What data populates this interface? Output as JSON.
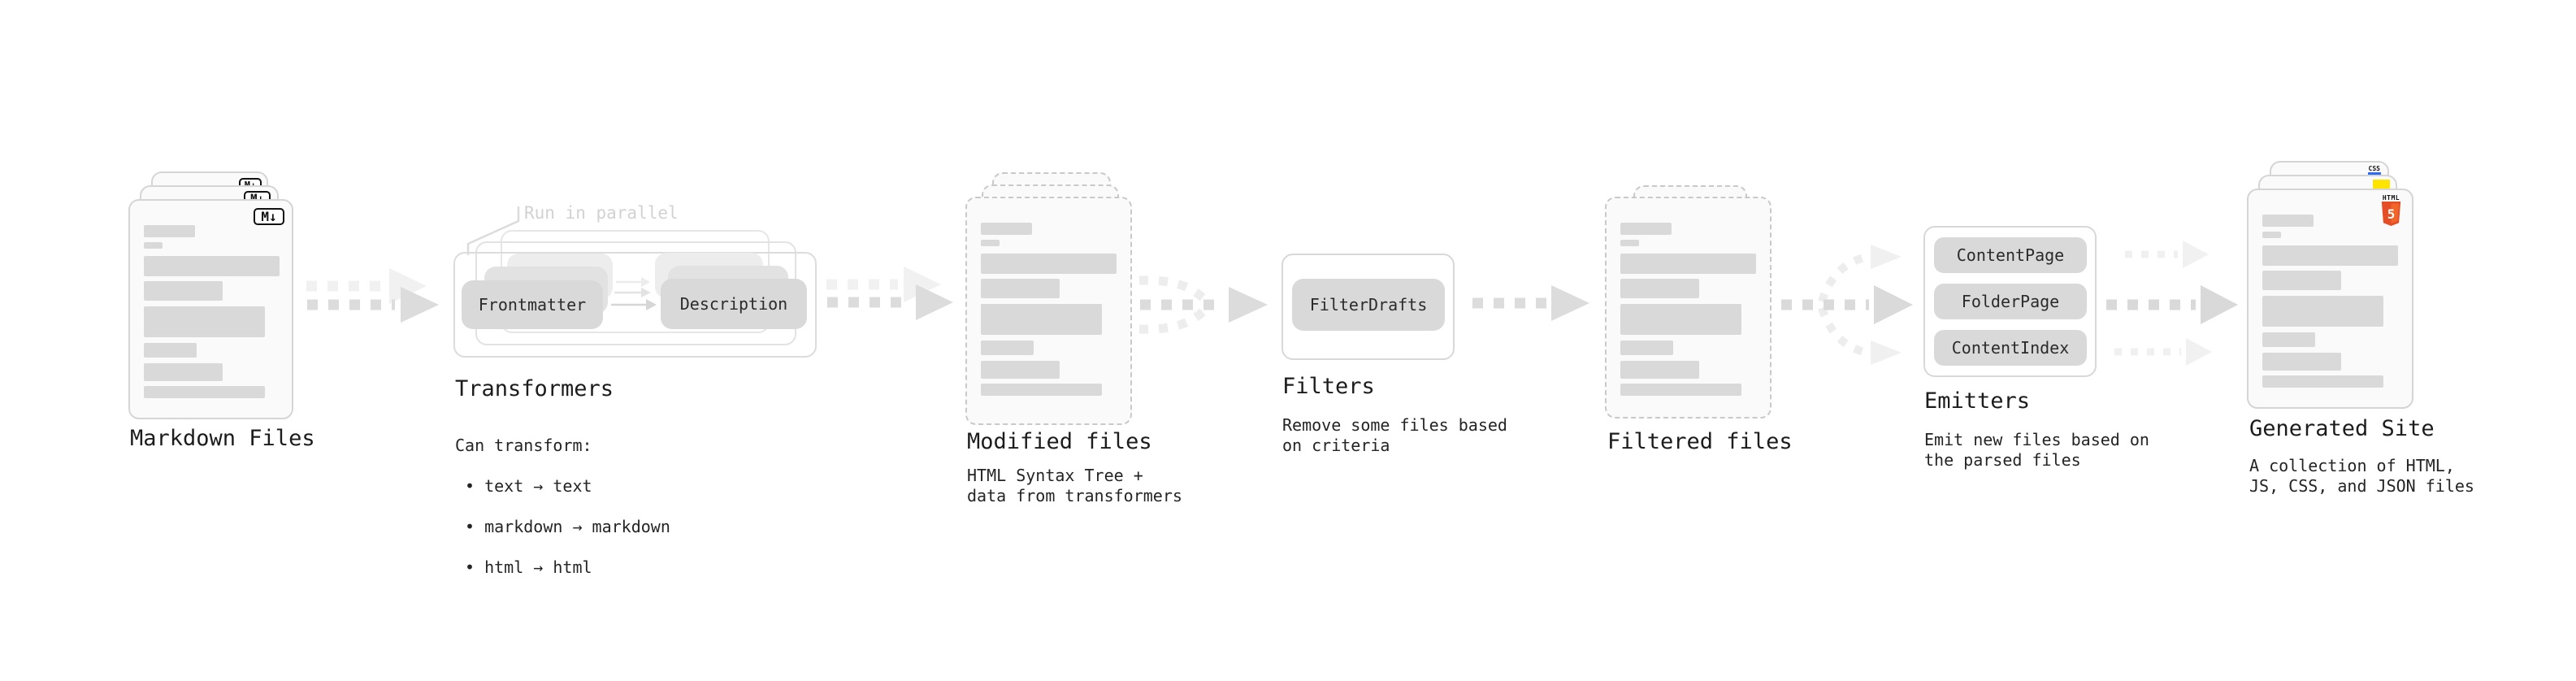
{
  "colors": {
    "html5_orange": "#e44d26",
    "html5_orange_light": "#f16529",
    "js_yellow": "#ffe400",
    "css_blue": "#2d6bf0"
  },
  "markdown_files": {
    "label": "Markdown Files",
    "badge": "M↓"
  },
  "transformers": {
    "note": "Run in parallel",
    "heading": "Transformers",
    "pill_left": "Frontmatter",
    "pill_right": "Description",
    "desc_title": "Can transform:",
    "bullets": [
      "• text → text",
      "• markdown → markdown",
      "• html → html"
    ]
  },
  "modified_files": {
    "label": "Modified files",
    "desc": "HTML Syntax Tree +\ndata from transformers"
  },
  "filters": {
    "heading": "Filters",
    "pill": "FilterDrafts",
    "desc": "Remove some files based\non criteria"
  },
  "filtered_files": {
    "label": "Filtered files"
  },
  "emitters": {
    "heading": "Emitters",
    "pills": [
      "ContentPage",
      "FolderPage",
      "ContentIndex"
    ],
    "desc": "Emit new files based on\nthe parsed files"
  },
  "generated_site": {
    "label": "Generated Site",
    "desc": "A collection of HTML,\nJS, CSS, and JSON files",
    "badge_css": "CSS",
    "badge_html": "HTML",
    "badge_html_number": "5"
  }
}
